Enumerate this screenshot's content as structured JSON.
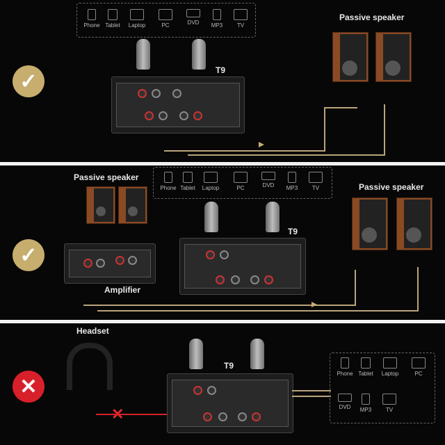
{
  "devices": [
    "Phone",
    "Tablet",
    "Laptop",
    "PC",
    "DVD",
    "MP3",
    "TV"
  ],
  "panel1": {
    "passive_speaker": "Passive speaker",
    "model": "T9"
  },
  "panel2": {
    "passive_speaker_left": "Passive speaker",
    "passive_speaker_right": "Passive speaker",
    "amplifier": "Amplifier",
    "model": "T9"
  },
  "panel3": {
    "headset": "Headset",
    "model": "T9"
  },
  "colors": {
    "check": "#c7ad6e",
    "cross": "#d8202a",
    "cable": "#b9a57c"
  },
  "icons": {
    "allowed": "check-icon",
    "denied": "cross-icon"
  }
}
